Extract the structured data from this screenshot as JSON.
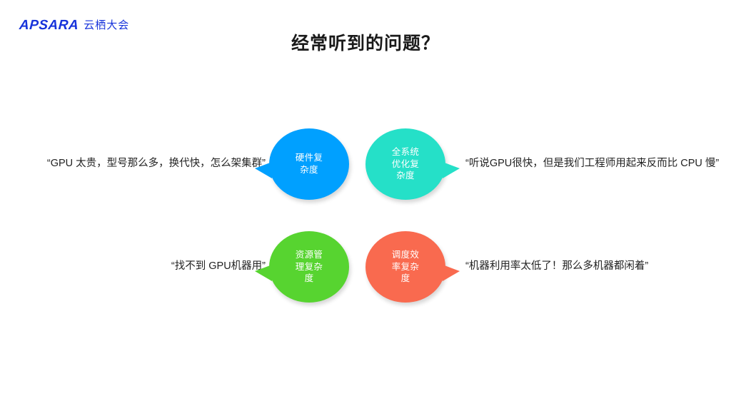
{
  "brand": {
    "mark": "APSARA",
    "name": "云栖大会",
    "color": "#1733db"
  },
  "slide": {
    "title": "经常听到的问题？"
  },
  "bubbles": [
    {
      "id": "hardware-complexity",
      "label": "硬件复\n杂度",
      "color": "#00a0ff",
      "tail": "left",
      "quote": "“GPU 太贵，型号那么多，换代快，怎么架集群”",
      "quote_side": "left"
    },
    {
      "id": "full-system-optimization-complexity",
      "label": "全系统\n优化复\n杂度",
      "color": "#25e0c8",
      "tail": "right",
      "quote": "“听说GPU很快，但是我们工程师用起来反而比 CPU 慢”",
      "quote_side": "right"
    },
    {
      "id": "resource-management-complexity",
      "label": "资源管\n理复杂\n度",
      "color": "#57d430",
      "tail": "left",
      "quote": "“找不到 GPU机器用”",
      "quote_side": "left"
    },
    {
      "id": "scheduling-efficiency-complexity",
      "label": "调度效\n率复杂\n度",
      "color": "#f96a4f",
      "tail": "right",
      "quote": "“机器利用率太低了！那么多机器都闲着”",
      "quote_side": "right"
    }
  ]
}
